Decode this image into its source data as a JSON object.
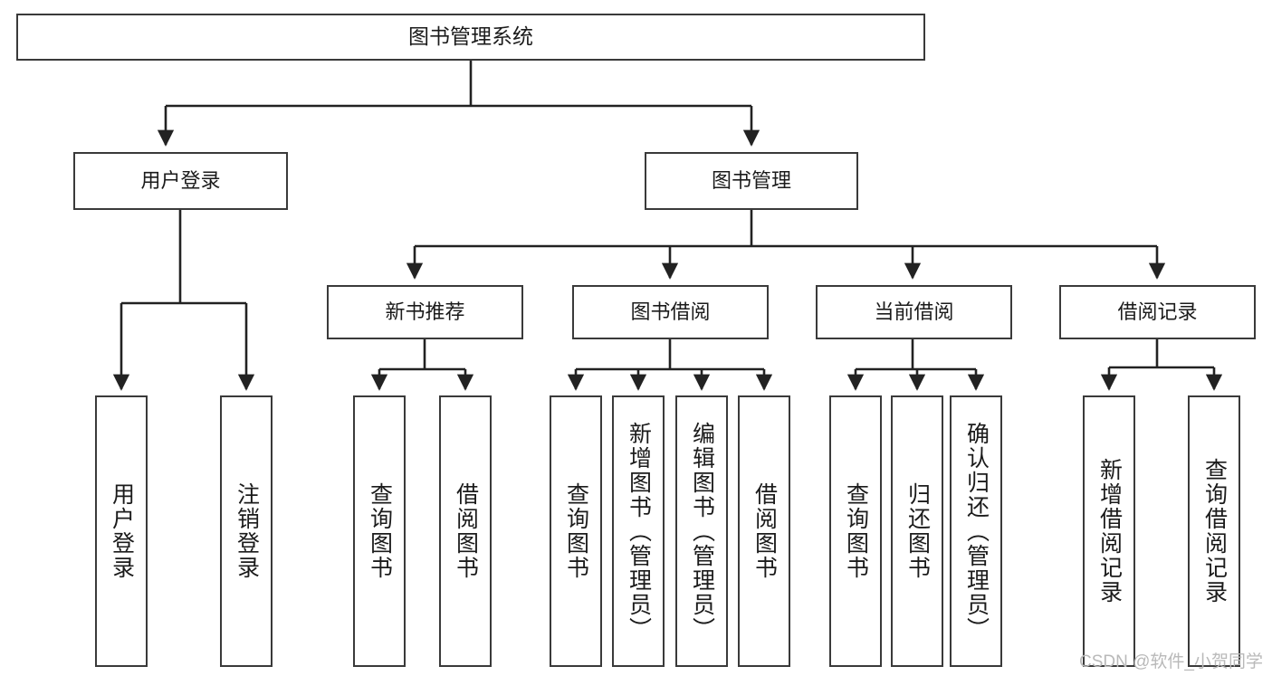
{
  "diagram": {
    "type": "tree",
    "title": "图书管理系统",
    "orientation": "top-down",
    "colors": {
      "box_border": "#3a3a3a",
      "box_fill": "#ffffff",
      "connector": "#222222",
      "text": "#1b1b1b",
      "watermark": "#b9b9b9"
    }
  },
  "root": {
    "id": "root",
    "label": "图书管理系统"
  },
  "level2": [
    {
      "id": "user-login",
      "label": "用户登录"
    },
    {
      "id": "book-manage",
      "label": "图书管理"
    }
  ],
  "level3": [
    {
      "id": "new-book-rec",
      "label": "新书推荐",
      "parent": "book-manage"
    },
    {
      "id": "book-borrow",
      "label": "图书借阅",
      "parent": "book-manage"
    },
    {
      "id": "current-borrow",
      "label": "当前借阅",
      "parent": "book-manage"
    },
    {
      "id": "borrow-record",
      "label": "借阅记录",
      "parent": "book-manage"
    }
  ],
  "leaves": [
    {
      "id": "leaf-user-login",
      "label": "用户登录",
      "parent": "user-login"
    },
    {
      "id": "leaf-logout",
      "label": "注销登录",
      "parent": "user-login"
    },
    {
      "id": "leaf-query-book-rec",
      "label": "查询图书",
      "parent": "new-book-rec"
    },
    {
      "id": "leaf-borrow-book-rec",
      "label": "借阅图书",
      "parent": "new-book-rec"
    },
    {
      "id": "leaf-query-book-bor",
      "label": "查询图书",
      "parent": "book-borrow"
    },
    {
      "id": "leaf-add-book",
      "label": "新增图书（管理员）",
      "parent": "book-borrow"
    },
    {
      "id": "leaf-edit-book",
      "label": "编辑图书（管理员）",
      "parent": "book-borrow"
    },
    {
      "id": "leaf-borrow-book-bor",
      "label": "借阅图书",
      "parent": "book-borrow"
    },
    {
      "id": "leaf-query-book-cur",
      "label": "查询图书",
      "parent": "current-borrow"
    },
    {
      "id": "leaf-return-book",
      "label": "归还图书",
      "parent": "current-borrow"
    },
    {
      "id": "leaf-confirm-return",
      "label": "确认归还（管理员）",
      "parent": "current-borrow"
    },
    {
      "id": "leaf-add-record",
      "label": "新增借阅记录",
      "parent": "borrow-record"
    },
    {
      "id": "leaf-query-record",
      "label": "查询借阅记录",
      "parent": "borrow-record"
    }
  ],
  "watermark": {
    "text": "CSDN @软件_小贺同学"
  }
}
